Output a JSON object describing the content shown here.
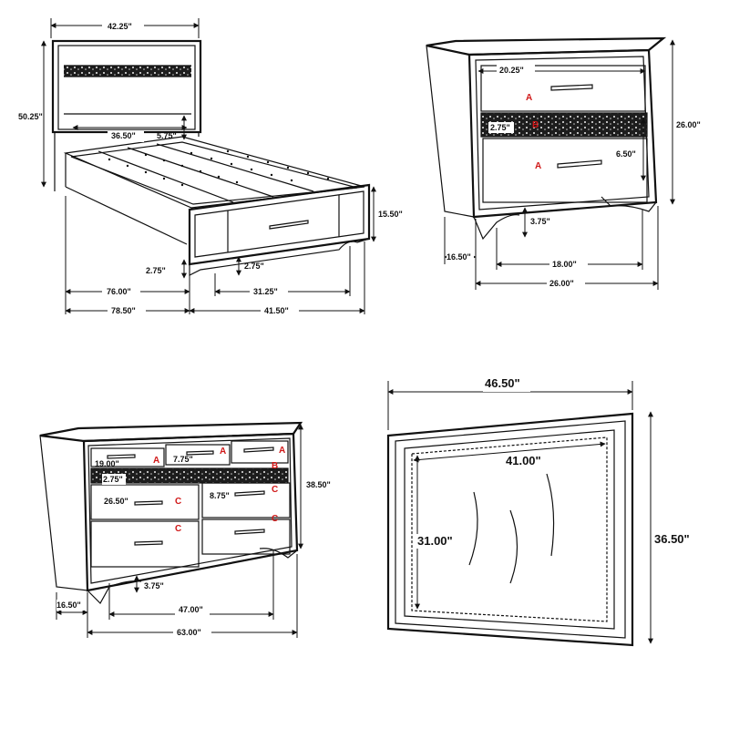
{
  "bed": {
    "width_top": "42.25\"",
    "height": "50.25\"",
    "headboard_inner": "36.50\"",
    "headboard_gap": "5.75\"",
    "footboard_height": "15.50\"",
    "leg_left": "2.75\"",
    "leg_right": "2.75\"",
    "length": "76.00\"",
    "drawer_width": "31.25\"",
    "overall_length": "78.50\"",
    "overall_footboard": "41.50\""
  },
  "nightstand": {
    "drawer_width": "20.25\"",
    "height": "26.00\"",
    "drawer_a_top": "A",
    "drawer_a_bottom": "A",
    "drawer_b": "B",
    "strip_height": "2.75\"",
    "drawer_height": "6.50\"",
    "leg_height": "3.75\"",
    "depth": "16.50\"",
    "inner_width": "18.00\"",
    "width": "26.00\""
  },
  "dresser": {
    "height": "38.50\"",
    "top_drawer_width": "19.00\"",
    "top_middle_height": "7.75\"",
    "strip_height": "2.75\"",
    "large_drawer_width": "26.50\"",
    "large_drawer_height": "8.75\"",
    "leg_height": "3.75\"",
    "depth": "16.50\"",
    "inner_width": "47.00\"",
    "width": "63.00\"",
    "labels": {
      "a1": "A",
      "a2": "A",
      "a3": "A",
      "b": "B",
      "c1": "C",
      "c2": "C",
      "c3": "C",
      "c4": "C"
    }
  },
  "mirror": {
    "width": "46.50\"",
    "inner_width": "41.00\"",
    "inner_height": "31.00\"",
    "height": "36.50\""
  }
}
